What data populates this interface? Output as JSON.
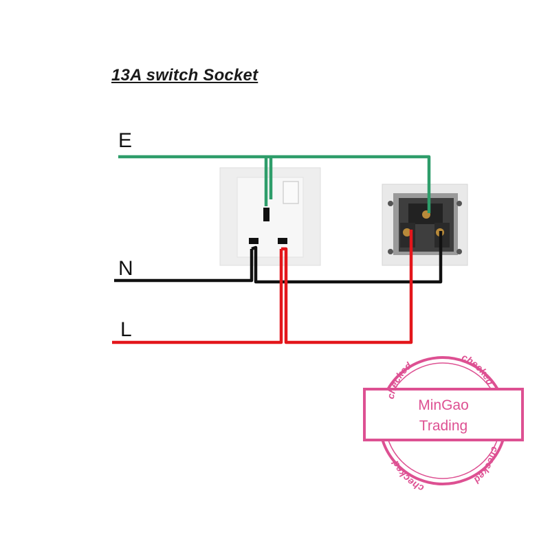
{
  "title": "13A switch Socket",
  "wire_labels": {
    "earth": "E",
    "neutral": "N",
    "live": "L"
  },
  "colors": {
    "earth": "#2e9d6a",
    "neutral": "#111111",
    "live": "#e3161b",
    "stamp": "#d8327f"
  },
  "stamp": {
    "line1": "MinGao",
    "line2": "Trading",
    "ring_text": "checked"
  }
}
